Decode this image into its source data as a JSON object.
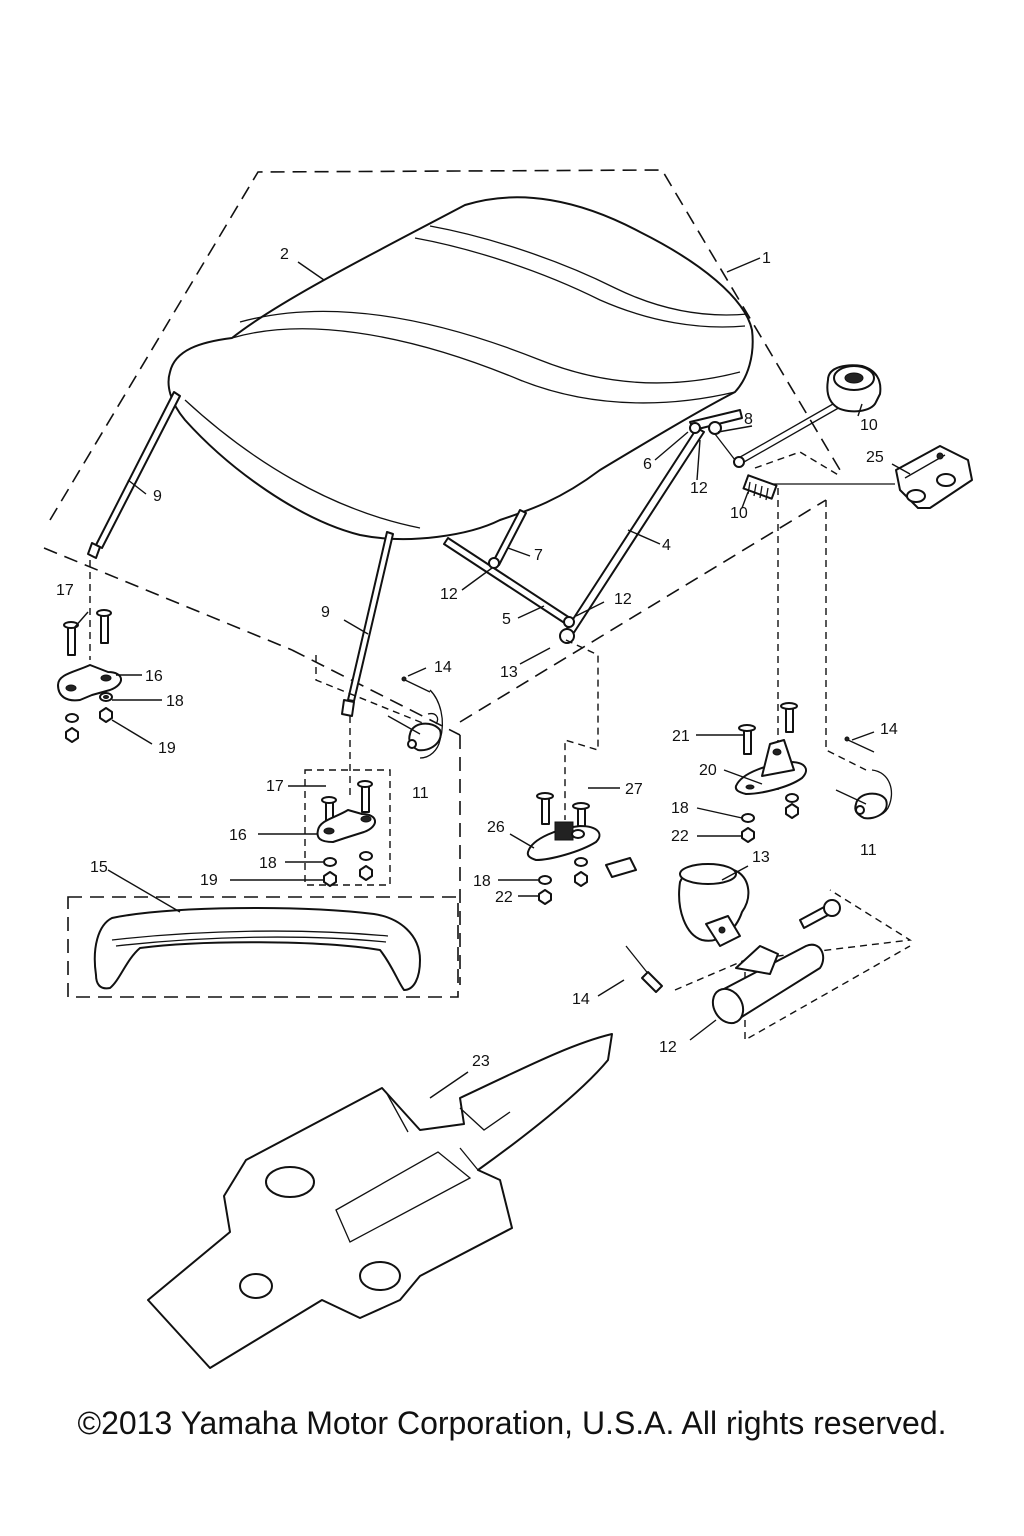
{
  "callouts": {
    "c1": "1",
    "c2": "2",
    "c4": "4",
    "c5": "5",
    "c6": "6",
    "c7": "7",
    "c8": "8",
    "c9a": "9",
    "c9b": "9",
    "c10a": "10",
    "c10b": "10",
    "c11a": "11",
    "c11b": "11",
    "c12a": "12",
    "c12b": "12",
    "c12c": "12",
    "c12d": "12",
    "c13a": "13",
    "c13b": "13",
    "c14a": "14",
    "c14b": "14",
    "c14c": "14",
    "c15": "15",
    "c16a": "16",
    "c16b": "16",
    "c17a": "17",
    "c17b": "17",
    "c18a": "18",
    "c18b": "18",
    "c18c": "18",
    "c18d": "18",
    "c19a": "19",
    "c19b": "19",
    "c20": "20",
    "c21": "21",
    "c22a": "22",
    "c22b": "22",
    "c23": "23",
    "c25": "25",
    "c26": "26",
    "c27": "27"
  },
  "copyright": "©2013 Yamaha Motor Corporation, U.S.A. All rights reserved."
}
